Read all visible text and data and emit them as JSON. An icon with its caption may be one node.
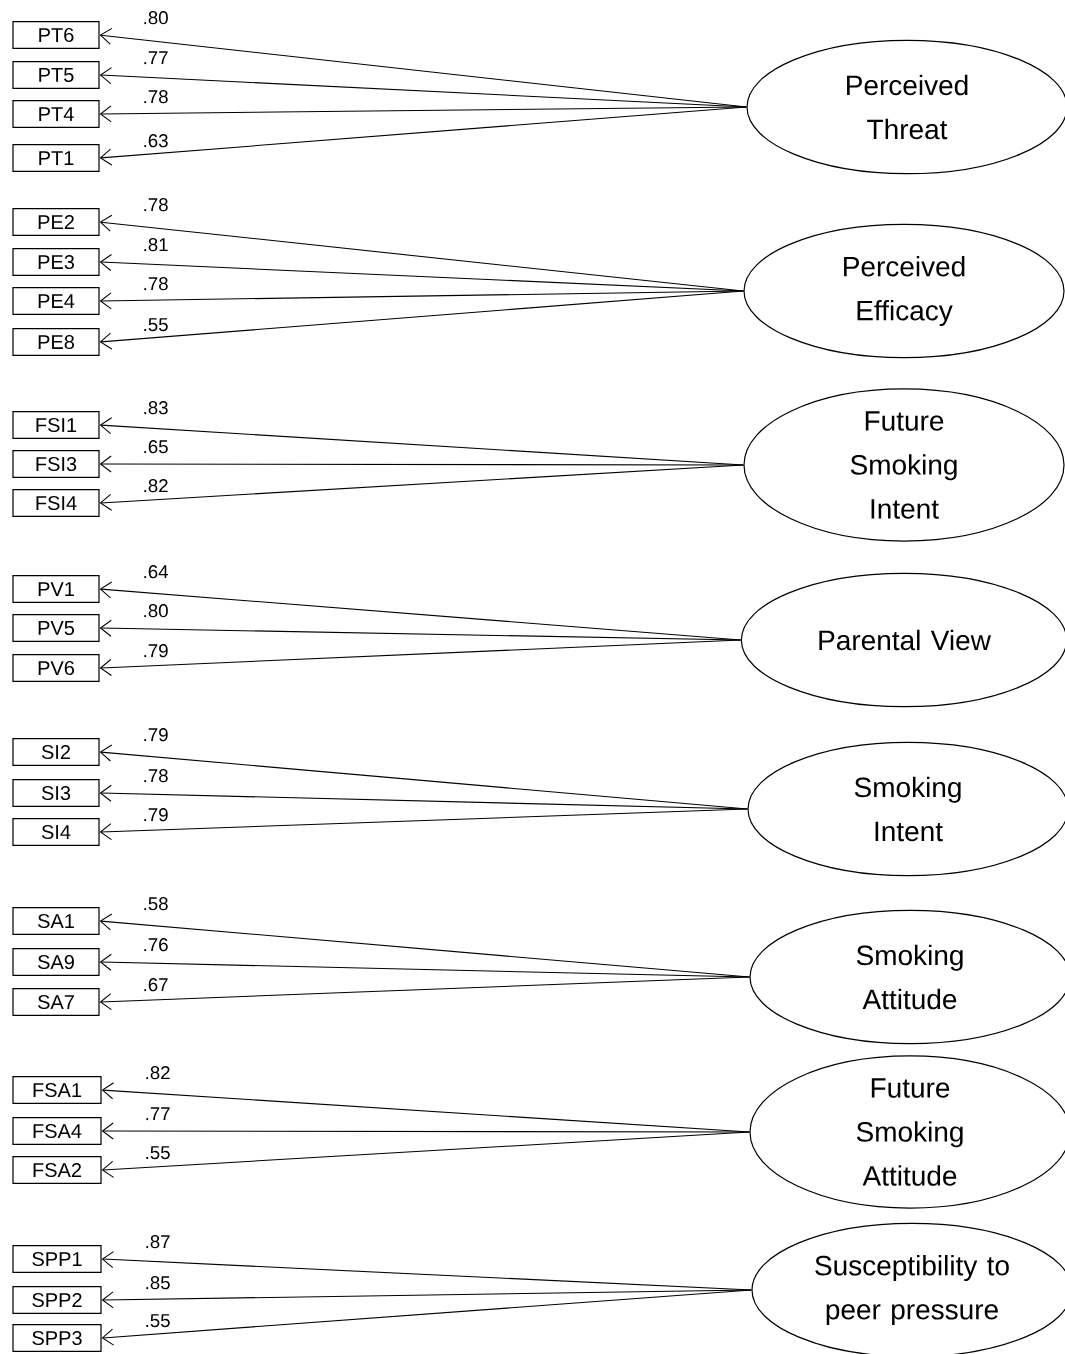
{
  "diagram": {
    "nodes": [
      {
        "text": [
          "PT6"
        ]
      },
      {
        "text": [
          "PT5"
        ]
      },
      {
        "text": [
          "PT4"
        ]
      },
      {
        "text": [
          "PT1"
        ]
      },
      {
        "text": [
          "Perceived Threat"
        ]
      },
      {
        "text": [
          "PE2"
        ]
      },
      {
        "text": [
          "PE3"
        ]
      },
      {
        "text": [
          "PE4"
        ]
      },
      {
        "text": [
          "PE8"
        ]
      },
      {
        "text": [
          "Perceived Efficacy"
        ]
      },
      {
        "text": [
          "FSI1"
        ]
      },
      {
        "text": [
          "FSI3"
        ]
      },
      {
        "text": [
          "FSI4"
        ]
      },
      {
        "text": [
          "Future Smoking Intent"
        ]
      },
      {
        "text": [
          "PV1"
        ]
      },
      {
        "text": [
          "PV5"
        ]
      },
      {
        "text": [
          "PV6"
        ]
      },
      {
        "text": [
          "Parental View"
        ]
      },
      {
        "text": [
          "SI2"
        ]
      },
      {
        "text": [
          "SI3"
        ]
      },
      {
        "text": [
          "SI4"
        ]
      },
      {
        "text": [
          "Smoking Intent"
        ]
      },
      {
        "text": [
          "SA1"
        ]
      },
      {
        "text": [
          "SA9"
        ]
      },
      {
        "text": [
          "SA7"
        ]
      },
      {
        "text": [
          "Smoking Attitude"
        ]
      },
      {
        "text": [
          "FSA1"
        ]
      },
      {
        "text": [
          "FSA4"
        ]
      },
      {
        "text": [
          "FSA2"
        ]
      },
      {
        "text": [
          "Future Smoking Attitude"
        ]
      },
      {
        "text": [
          "SPP1"
        ]
      },
      {
        "text": [
          "SPP2"
        ]
      },
      {
        "text": [
          "SPP3"
        ]
      },
      {
        "text": [
          "Susceptibility to peer pressure"
        ]
      }
    ],
    "edges": [
      {
        "from": 4,
        "to": 0,
        "arrow": "to",
        "label": ".80"
      },
      {
        "from": 4,
        "to": 1,
        "arrow": "to",
        "label": ".77"
      },
      {
        "from": 4,
        "to": 2,
        "arrow": "to",
        "label": ".78"
      },
      {
        "from": 4,
        "to": 3,
        "arrow": "to",
        "label": ".63"
      },
      {
        "from": 9,
        "to": 5,
        "arrow": "to",
        "label": ".78"
      },
      {
        "from": 9,
        "to": 6,
        "arrow": "to",
        "label": ".81"
      },
      {
        "from": 9,
        "to": 7,
        "arrow": "to",
        "label": ".78"
      },
      {
        "from": 9,
        "to": 8,
        "arrow": "to",
        "label": ".55"
      },
      {
        "from": 13,
        "to": 10,
        "arrow": "to",
        "label": ".83"
      },
      {
        "from": 13,
        "to": 11,
        "arrow": "to",
        "label": ".65"
      },
      {
        "from": 13,
        "to": 12,
        "arrow": "to",
        "label": ".82"
      },
      {
        "from": 17,
        "to": 14,
        "arrow": "to",
        "label": ".64"
      },
      {
        "from": 17,
        "to": 15,
        "arrow": "to",
        "label": ".80"
      },
      {
        "from": 17,
        "to": 16,
        "arrow": "to",
        "label": ".79"
      },
      {
        "from": 21,
        "to": 18,
        "arrow": "to",
        "label": ".79"
      },
      {
        "from": 21,
        "to": 19,
        "arrow": "to",
        "label": ".78"
      },
      {
        "from": 21,
        "to": 20,
        "arrow": "to",
        "label": ".79"
      },
      {
        "from": 25,
        "to": 22,
        "arrow": "to",
        "label": ".58"
      },
      {
        "from": 25,
        "to": 23,
        "arrow": "to",
        "label": ".76"
      },
      {
        "from": 25,
        "to": 24,
        "arrow": "to",
        "label": ".67"
      },
      {
        "from": 29,
        "to": 26,
        "arrow": "to",
        "label": ".82"
      },
      {
        "from": 29,
        "to": 27,
        "arrow": "to",
        "label": ".77"
      },
      {
        "from": 29,
        "to": 28,
        "arrow": "to",
        "label": ".55"
      },
      {
        "from": 33,
        "to": 30,
        "arrow": "to",
        "label": ".87"
      },
      {
        "from": 33,
        "to": 31,
        "arrow": "to",
        "label": ".85"
      },
      {
        "from": 33,
        "to": 32,
        "arrow": "to",
        "label": ".55"
      }
    ]
  }
}
